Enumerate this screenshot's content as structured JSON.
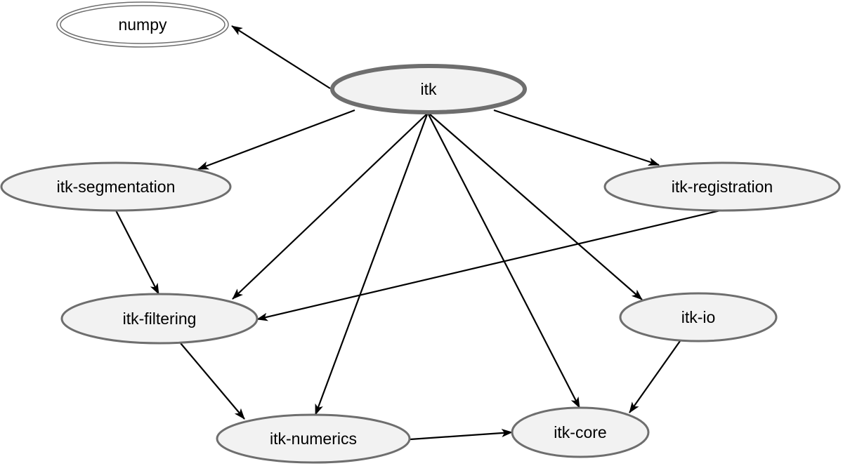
{
  "diagram": {
    "nodes": [
      {
        "id": "numpy",
        "label": "numpy",
        "style": "double"
      },
      {
        "id": "itk",
        "label": "itk",
        "style": "bold"
      },
      {
        "id": "itk-segmentation",
        "label": "itk-segmentation",
        "style": "normal"
      },
      {
        "id": "itk-registration",
        "label": "itk-registration",
        "style": "normal"
      },
      {
        "id": "itk-filtering",
        "label": "itk-filtering",
        "style": "normal"
      },
      {
        "id": "itk-io",
        "label": "itk-io",
        "style": "normal"
      },
      {
        "id": "itk-numerics",
        "label": "itk-numerics",
        "style": "normal"
      },
      {
        "id": "itk-core",
        "label": "itk-core",
        "style": "normal"
      }
    ],
    "edges": [
      {
        "from": "itk",
        "to": "numpy"
      },
      {
        "from": "itk",
        "to": "itk-segmentation"
      },
      {
        "from": "itk",
        "to": "itk-registration"
      },
      {
        "from": "itk",
        "to": "itk-filtering"
      },
      {
        "from": "itk",
        "to": "itk-numerics"
      },
      {
        "from": "itk",
        "to": "itk-core"
      },
      {
        "from": "itk",
        "to": "itk-io"
      },
      {
        "from": "itk-segmentation",
        "to": "itk-filtering"
      },
      {
        "from": "itk-registration",
        "to": "itk-filtering"
      },
      {
        "from": "itk-filtering",
        "to": "itk-numerics"
      },
      {
        "from": "itk-numerics",
        "to": "itk-core"
      },
      {
        "from": "itk-io",
        "to": "itk-core"
      }
    ],
    "colors": {
      "node_fill": "#f2f2f2",
      "node_stroke": "#6e6e6e",
      "edge": "#000000",
      "background": "#ffffff"
    }
  }
}
